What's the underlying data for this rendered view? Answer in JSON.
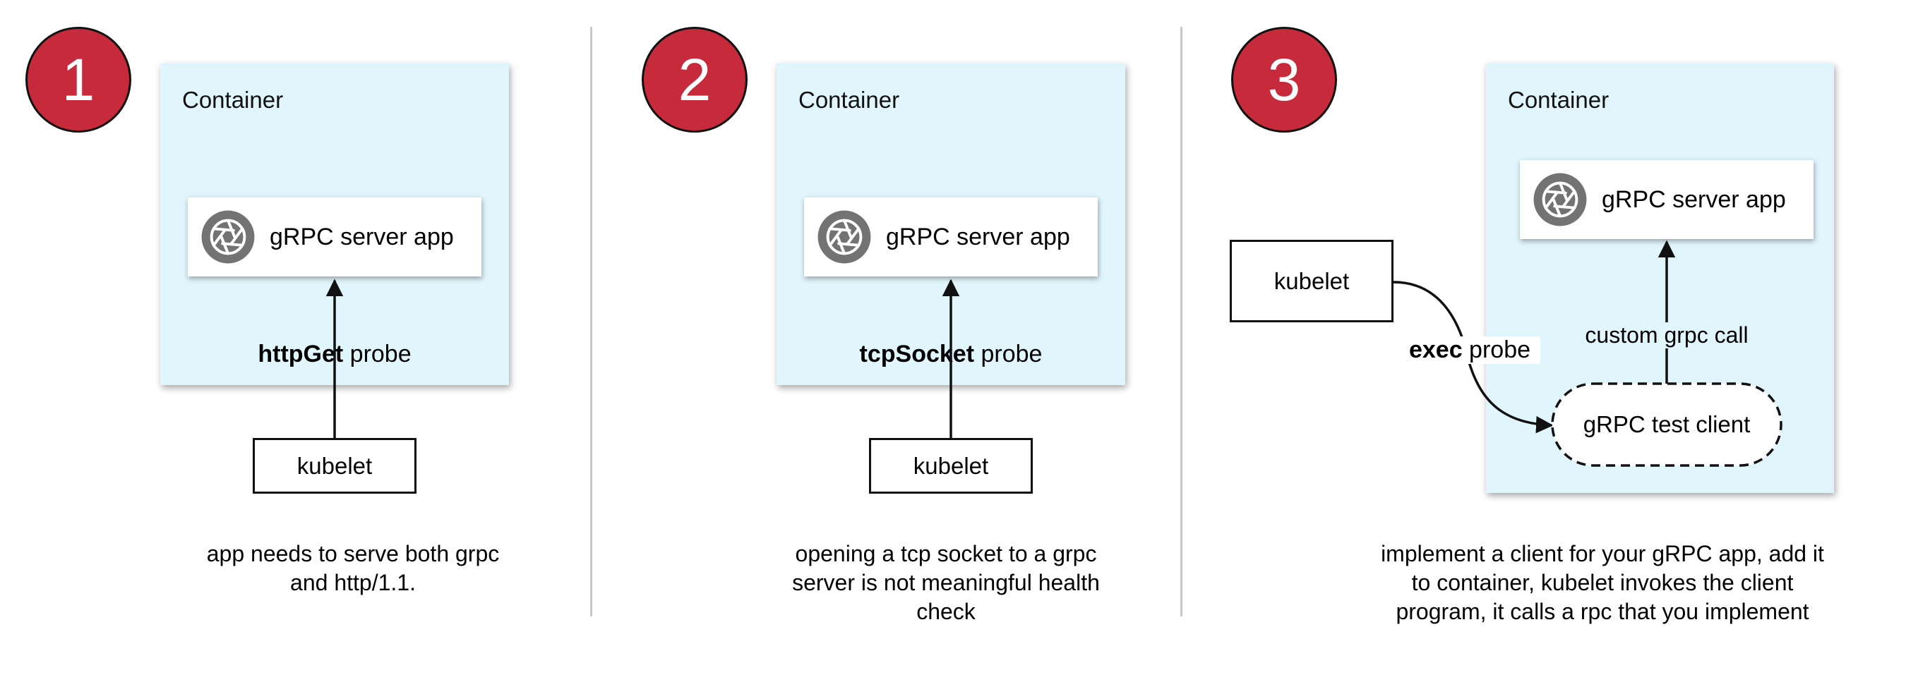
{
  "panels": [
    {
      "number": "1",
      "container_label": "Container",
      "app_label": "gRPC server app",
      "probe_keyword": "httpGet",
      "probe_suffix": " probe",
      "kubelet_label": "kubelet",
      "caption_lines": [
        "app needs to serve both grpc",
        "and http/1.1."
      ]
    },
    {
      "number": "2",
      "container_label": "Container",
      "app_label": "gRPC server app",
      "probe_keyword": "tcpSocket",
      "probe_suffix": " probe",
      "kubelet_label": "kubelet",
      "caption_lines": [
        "opening a tcp socket to a grpc",
        "server is not meaningful health",
        "check"
      ]
    },
    {
      "number": "3",
      "container_label": "Container",
      "app_label": "gRPC server app",
      "probe_keyword": "exec",
      "probe_suffix": " probe",
      "kubelet_label": "kubelet",
      "call_label": "custom grpc call",
      "test_client_label": "gRPC test client",
      "caption_lines": [
        "implement a client for your gRPC app, add it",
        "to container, kubelet invokes the client",
        "program, it calls a rpc that you implement"
      ]
    }
  ],
  "colors": {
    "badge": "#c72b3b",
    "container_fill": "#e1f5fd",
    "divider": "#c8c8c8",
    "icon_fill": "#737373"
  },
  "icons": [
    "grpc-aperture-icon"
  ]
}
